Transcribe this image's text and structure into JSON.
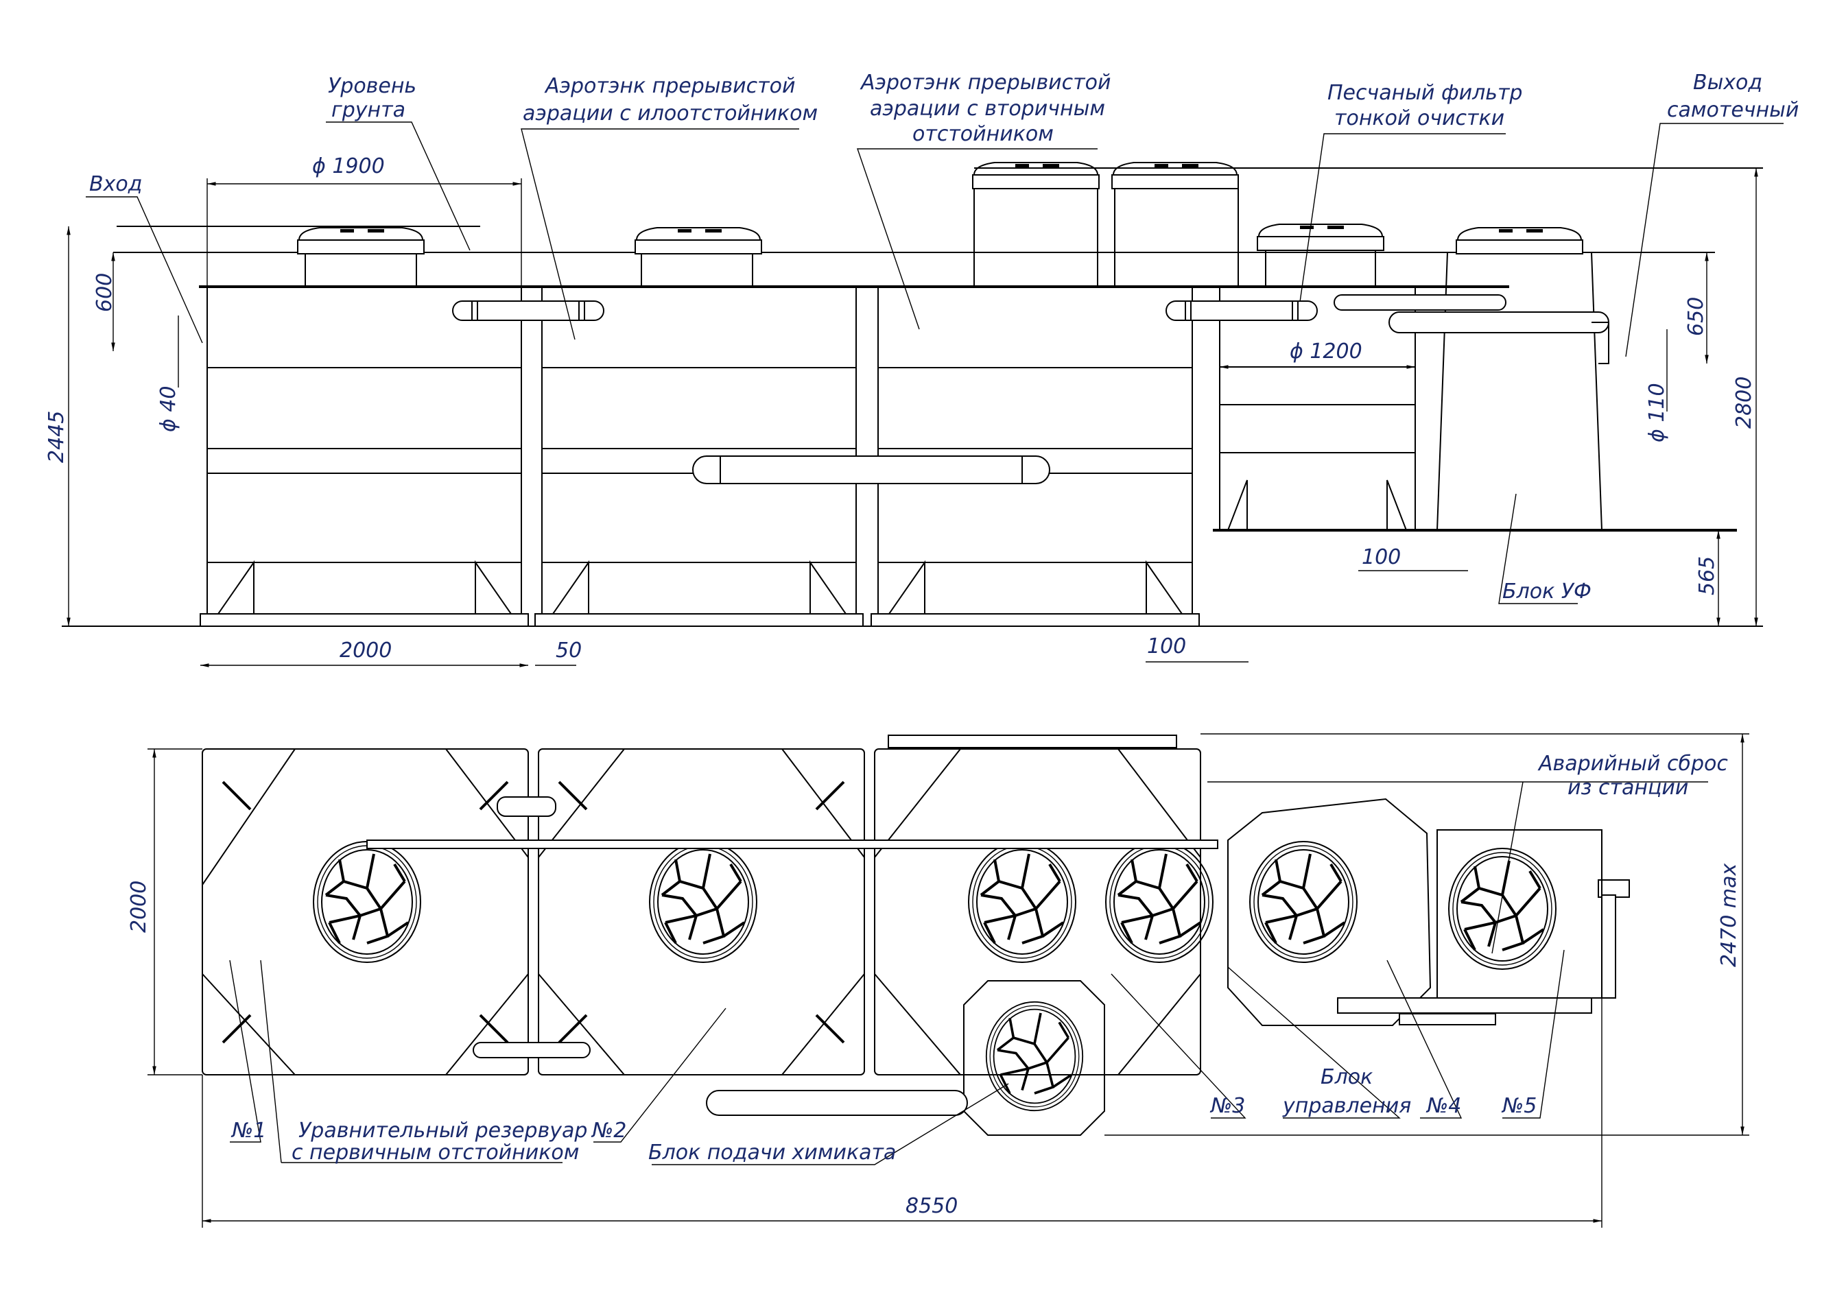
{
  "elevation_view": {
    "labels": {
      "ground_level": [
        "Уровень",
        "грунта"
      ],
      "inlet": "Вход",
      "aerotank_1": [
        "Аэротэнк прерывистой",
        "аэрации с илоотстойником"
      ],
      "aerotank_2": [
        "Аэротэнк прерывистой",
        "аэрации с вторичным",
        "отстойником"
      ],
      "sand_filter": [
        "Песчаный фильтр",
        "тонкой очистки"
      ],
      "outlet": [
        "Выход",
        "самотечный"
      ],
      "uv_block": "Блок УФ"
    },
    "dimensions": {
      "tank_diameter": "ϕ 1900",
      "filter_diameter": "ϕ 1200",
      "inlet_depth": "600",
      "inlet_pipe": "ϕ 40",
      "overall_height_left": "2445",
      "outlet_depth": "650",
      "outlet_pipe": "ϕ 110",
      "overall_height_right": "2800",
      "base_height": "565",
      "tank_width": "2000",
      "gap_50": "50",
      "gap_100_a": "100",
      "gap_100_b": "100"
    }
  },
  "plan_view": {
    "labels": {
      "emergency_discharge": [
        "Аварийный сброс",
        "из станции"
      ],
      "tank_1": "№1",
      "tank_1_desc": [
        "Уравнительный резервуар",
        "с первичным отстойником"
      ],
      "tank_2": "№2",
      "chemical_block": "Блок подачи химиката",
      "tank_3": "№3",
      "control_block": [
        "Блок",
        "управления"
      ],
      "tank_4": "№4",
      "tank_5": "№5"
    },
    "dimensions": {
      "width": "2000",
      "overall_width": "2470 max",
      "overall_length": "8550"
    }
  }
}
